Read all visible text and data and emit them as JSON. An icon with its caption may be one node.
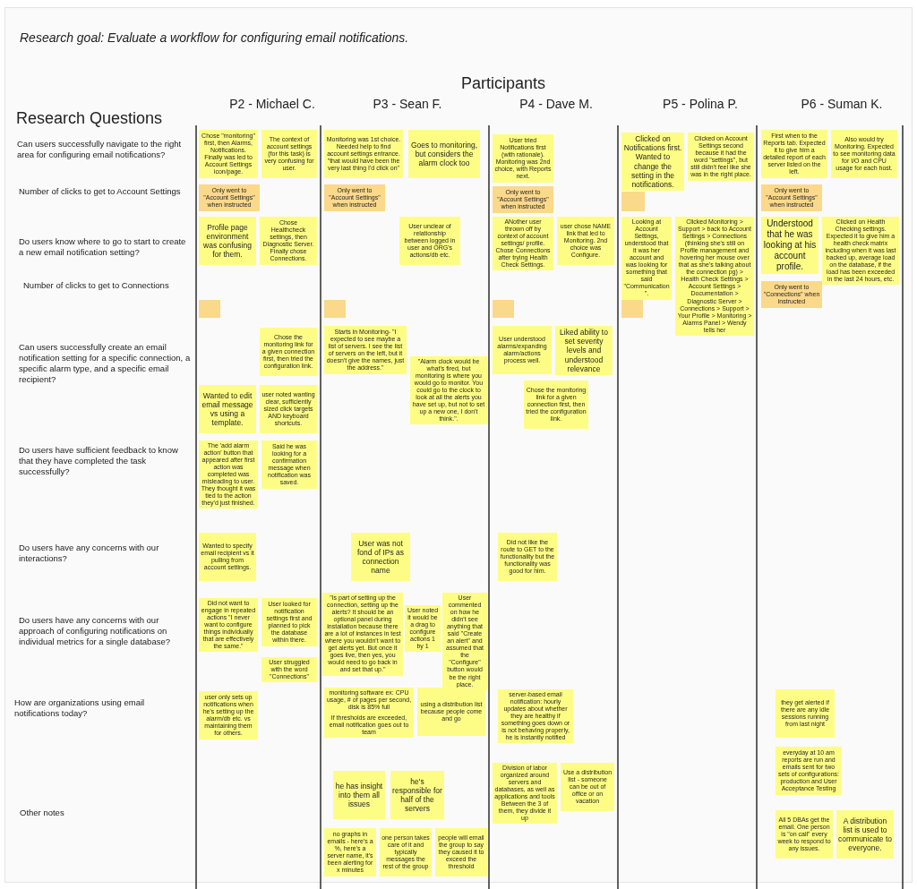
{
  "diagram": {
    "title": "Research goal:  Evaluate a workflow for configuring email notifications.",
    "nodes": [
      {
        "text": [
          "Chose \"monitoring\" first, then Alarms, Notifications. Finally was led to Account Settings icon/page."
        ]
      },
      {
        "text": [
          "The context of account settings (for this task) is very confusing for user."
        ]
      },
      {
        "text": [
          "Monitoring was 1st choice.  Needed help to find account settings entrance. \"that would have been the very last thing I'd click on\""
        ]
      },
      {
        "text": [
          "Goes to monitoring, but considers the alarm clock too"
        ]
      },
      {
        "text": [
          "User tried Notifications first (with rationale). Monitoring was 2nd choice, with Reports next."
        ]
      },
      {
        "text": [
          "Clicked on Notifications first.  Wanted to change the setting in the notifications."
        ]
      },
      {
        "text": [
          "Clicked on Account Settings second because it had the word \"settings\", but still didn't feel like she was in the right place."
        ]
      },
      {
        "text": [
          "First when to the Reports tab. Expected it to give him a detailed report of each server listed on the left."
        ]
      },
      {
        "text": [
          "Also would try Monitoring. Expected to see monitoring data for I/O and CPU usage for each host."
        ]
      },
      {
        "text": [
          "Only went to \"Account Settings\" when instructed"
        ]
      },
      {
        "text": [
          "Only went to \"Account Settings\" when instructed"
        ]
      },
      {
        "text": [
          "Only went to \"Account Settings\" when instructed"
        ]
      },
      {
        "text": [],
        "shape": "box"
      },
      {
        "text": [
          "Only went to \"Account Settings\" when instructed"
        ]
      },
      {
        "text": [
          "Profile page environment was confusing for them."
        ]
      },
      {
        "text": [
          "Chose Healthcheck settings, then Diagnostic Server. Finally chose Connections."
        ]
      },
      {
        "text": [
          "User unclear of relationship between logged in user and ORG's actions/db etc."
        ]
      },
      {
        "text": [
          "ANother user thrown off by context of account settings/ profile. Chose Connections after trying Health Check Settings."
        ]
      },
      {
        "text": [
          "user chose NAME link that led to Monitoring. 2nd choice was Configure."
        ]
      },
      {
        "text": [
          "Looking at Account Settings, understood that it was her account and was looking for something that said \"Communication\"."
        ]
      },
      {
        "text": [
          "Clicked Monitoring > Support > back to Account Settings > Connections (thinking she's still on Profile management and hovering her mouse over that as she's talking about the connection pg) > Health Check Settings > Account Settings > Documentation > Diagnostic Server > Connections > Support > Your Profile > Monitoring > Alarms Panel > Wendy tells her"
        ]
      },
      {
        "text": [
          "Understood that he was looking at his account profile."
        ]
      },
      {
        "text": [
          "Clicked on Health Checking settings. Expected it to give him a health check matrix including when it was last backed up, average load on the database, if the load has been exceeded in the last 24 hours, etc."
        ]
      },
      {
        "text": [],
        "shape": "box"
      },
      {
        "text": [],
        "shape": "box"
      },
      {
        "text": [],
        "shape": "box"
      },
      {
        "text": [],
        "shape": "box"
      },
      {
        "text": [
          "Only went to \"Connections\" when instructed"
        ]
      },
      {
        "text": [
          "Chose the monitoring link for a given connection first, then tried the configuration link."
        ]
      },
      {
        "text": [
          "Starts in Monitoring- \"I expected to see maybe a list of servers. I see the list of servers on the left, but it doesn't give the names, just the address.\""
        ]
      },
      {
        "text": [
          "User understood alarms/expanding alarm/actions process well."
        ]
      },
      {
        "text": [
          "Liked ability to set severity levels and understood relevance"
        ]
      },
      {
        "text": [
          "\"Alarm clock would be what's fired, but monitoring is where you would go to monitor. You could go to the clock to look at all the alerts you have set up, but not to set up a new one, I don't think.\"."
        ]
      },
      {
        "text": [
          "Chose the monitoring link for a given connection first, then tried the configuration link."
        ]
      },
      {
        "text": [
          "Wanted to edit email message vs using a template."
        ]
      },
      {
        "text": [
          "user noted wanting clear, sufficiently sized click targets AND keyboard shortcuts."
        ]
      },
      {
        "text": [
          "The 'add alarm action' button that appeared after first action was completed was misleading to user. They thought it was tied to the action they'd just finished."
        ]
      },
      {
        "text": [
          "Said he was looking for a confirmation message when notification was saved."
        ]
      },
      {
        "text": [
          "Wanted to specify email recipient vs it pulling from account settings."
        ]
      },
      {
        "text": [
          "User was not fond of IPs as connection name"
        ]
      },
      {
        "text": [
          "Did not like the route to GET to the functionality but the functionality was good for him."
        ]
      },
      {
        "text": [
          "Did not want to engage in repeated actions \"I never want to configure things individually that are effectively the same.\""
        ]
      },
      {
        "text": [
          "User looked for notification settings first and planned to pick the database within there."
        ]
      },
      {
        "text": [
          "\"Is part of setting up the connection, setting up the alerts? It should be an optional panel during installation because there are a lot of instances in test where you wouldn't want to get alerts yet. But once it goes live, then yes, you would need to go back in and set that up.\""
        ]
      },
      {
        "text": [
          "User noted it would be a drag to configure actions 1 by 1"
        ]
      },
      {
        "text": [
          "User commented on how he didn't see anything that said \"Create an alert\" and assumed that the \"Configure\" button would be the right place."
        ]
      },
      {
        "text": [
          "User struggled with the word \"Connections\""
        ]
      },
      {
        "text": [
          "user only sets up notifications when he's setting up the alarm/db etc. vs maintaining them for others."
        ]
      },
      {
        "text": [
          "monitoring software ex: CPU usage, # of pages per second, disk is 85% full",
          "If thresholds are exceeded, email notification goes out to team"
        ]
      },
      {
        "text": [
          "using a distribution list because people come and go"
        ]
      },
      {
        "text": [
          "server-based email notification:  hourly updates about whether they are healthy if something goes down or is not behaving properly, he is instantly notified"
        ]
      },
      {
        "text": [
          "they get alerted if there are any idle sessions running from last night"
        ]
      },
      {
        "text": [
          "everyday at 10 am reports are run and emails sent for two sets of configurations: production and User Acceptance Testing"
        ]
      },
      {
        "text": [
          "Division of labor organized around servers and databases, as well as applications and tools Between the 3 of them, they divide it up"
        ]
      },
      {
        "text": [
          "Use a distribution list - someone can be out of office or on vacation"
        ]
      },
      {
        "text": [
          "he has insight into them all issues"
        ]
      },
      {
        "text": [
          "he's responsible for half of the servers"
        ]
      },
      {
        "text": [
          "no graphs in emails - here's a %, here's a server name, it's been alerting for x minutes"
        ]
      },
      {
        "text": [
          "one person takes care of it and typically messages the rest of the group"
        ]
      },
      {
        "text": [
          "people will email the group to say they caused it to exceed the threshold"
        ]
      },
      {
        "text": [
          "All 5 DBAs get the email. One person is \"on call\" every week to respond to any issues."
        ]
      },
      {
        "text": [
          "A distribution list is used to communicate to everyone."
        ]
      }
    ],
    "labels": [
      "Participants",
      "P2 - Michael C.",
      "P3 - Sean F.",
      "P4 - Dave M.",
      "P5 - Polina P.",
      "P6 - Suman K.",
      "Research Questions",
      "Can users successfully navigate to the right area for configuring email notifications?",
      "Number of clicks to get to Account Settings",
      "Do users know where to go to start to create a new email notification setting?",
      "Number of clicks to get to Connections",
      "Can users successfully create an email notification setting for a specific connection, a specific alarm type, and a specific email recipient?",
      "Do users have sufficient feedback to know that they have completed the task successfully?",
      "Do users have any concerns with our interactions?",
      "Do users have any concerns with our approach of configuring notifications on individual metrics for a single database?",
      "How are organizations using email notifications today?",
      "Other notes"
    ]
  }
}
